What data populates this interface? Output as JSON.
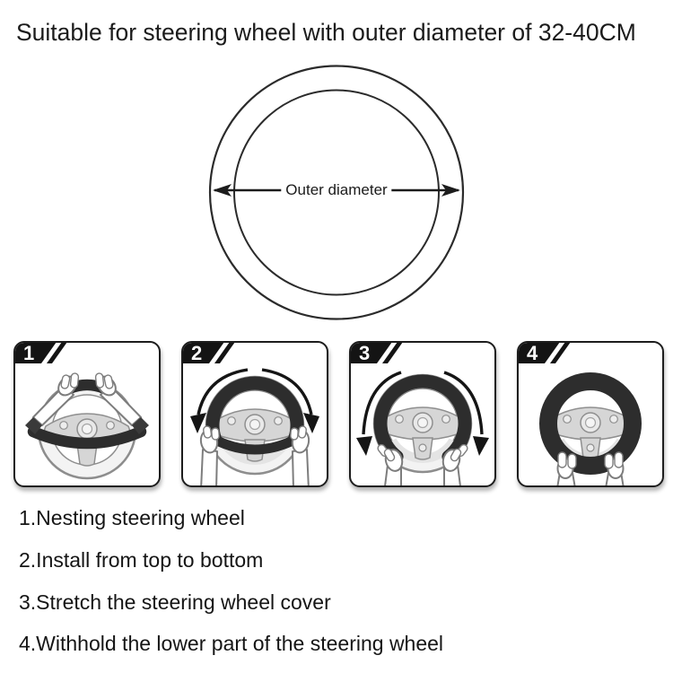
{
  "title": "Suitable for steering wheel with outer diameter of 32-40CM",
  "size_diagram": {
    "label": "Outer diameter"
  },
  "steps": [
    {
      "number": "1"
    },
    {
      "number": "2"
    },
    {
      "number": "3"
    },
    {
      "number": "4"
    }
  ],
  "instructions": [
    "1.Nesting steering wheel",
    "2.Install from top to bottom",
    "3.Stretch the steering wheel cover",
    "4.Withhold the lower part of the steering wheel"
  ],
  "colors": {
    "text": "#1b1b1b",
    "cover_dark": "#2d2d2d",
    "wheel_gray": "#8d8d8d",
    "panel_border": "#1d1d1d"
  }
}
